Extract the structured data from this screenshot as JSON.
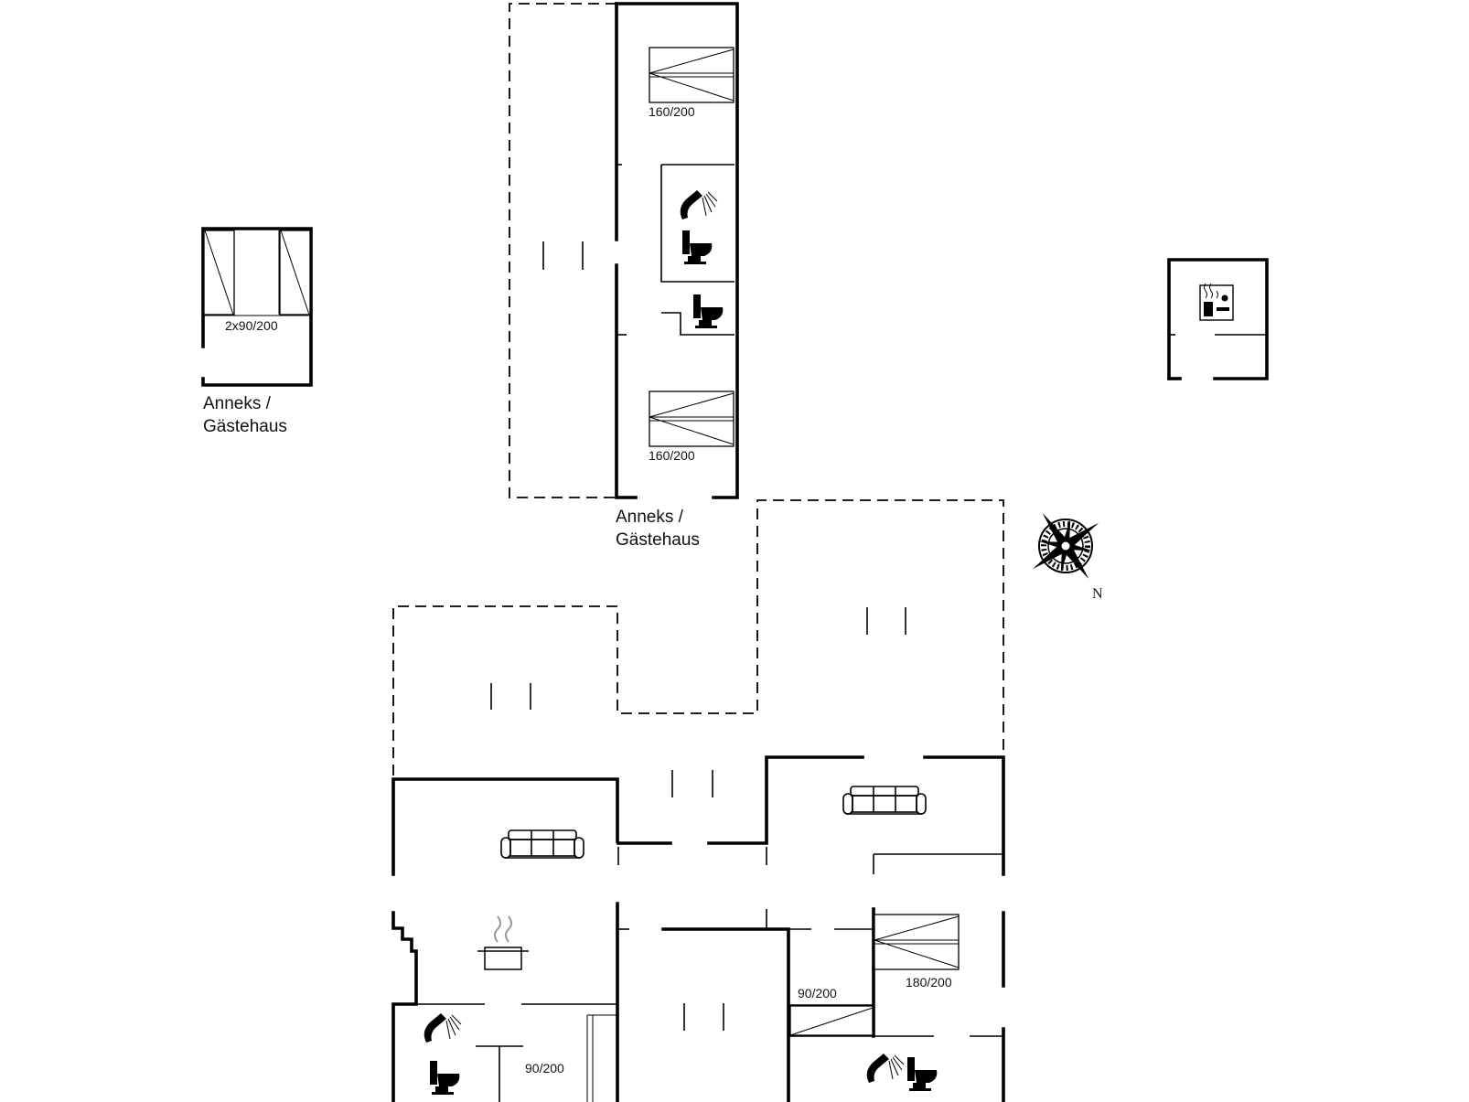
{
  "plan": {
    "labels": {
      "bed_annex_twin": "2x90/200",
      "annex_left_line1": "Anneks /",
      "annex_left_line2": "Gästehaus",
      "bed_annex_top": "160/200",
      "bed_annex_bottom": "160/200",
      "annex_center_line1": "Anneks /",
      "annex_center_line2": "Gästehaus",
      "bed_main_right": "180/200",
      "bed_main_middle": "90/200",
      "bed_main_left": "90/200"
    },
    "compass": {
      "north_label": "N"
    },
    "icons": [
      "double-bed-icon",
      "twin-bed-icon",
      "single-bed-icon",
      "shower-icon",
      "toilet-icon",
      "sauna-icon",
      "sofa-icon",
      "cooking-pot-icon",
      "compass-icon"
    ]
  }
}
